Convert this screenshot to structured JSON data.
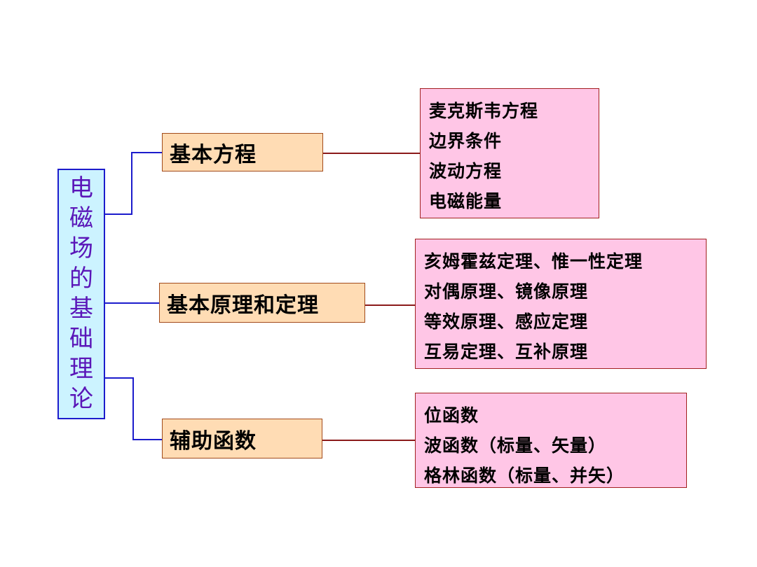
{
  "root": {
    "chars": [
      "电",
      "磁",
      "场",
      "的",
      "基",
      "础",
      "理",
      "论"
    ]
  },
  "branches": [
    {
      "label": "基本方程",
      "items": [
        "麦克斯韦方程",
        "边界条件",
        "波动方程",
        "电磁能量"
      ]
    },
    {
      "label": "基本原理和定理",
      "items": [
        "亥姆霍兹定理、惟一性定理",
        "对偶原理、镜像原理",
        "等效原理、感应定理",
        "互易定理、互补原理"
      ]
    },
    {
      "label": "辅助函数",
      "items": [
        "位函数",
        "波函数（标量、矢量）",
        "格林函数（标量、并矢）"
      ]
    }
  ],
  "colors": {
    "root_fill": "#ccf3ff",
    "root_border": "#1c1ccc",
    "root_text": "#5a16b8",
    "branch_fill": "#ffdcb4",
    "branch_border": "#a24a1a",
    "leaf_fill": "#ffc6e6",
    "leaf_border": "#a22020",
    "blue_connector": "#1c1ccc",
    "red_connector": "#8b1a1a"
  }
}
